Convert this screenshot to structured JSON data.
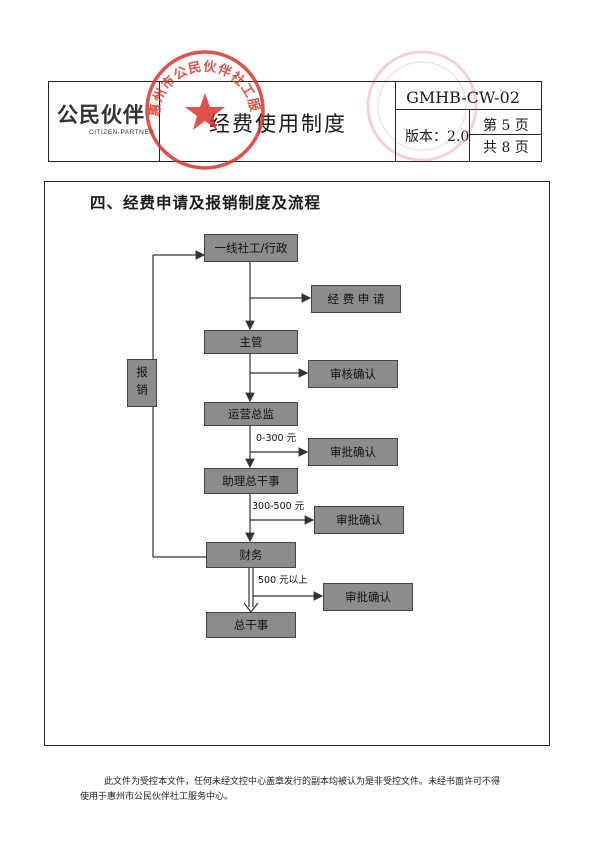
{
  "header": {
    "logo_text": "公民伙伴",
    "logo_sub": "CITIZEN-PARTNER",
    "title": "经费使用制度",
    "doc_code": "GMHB-CW-02",
    "version": "版本：2.0",
    "page_no": "第 5 页",
    "page_total": "共 8 页"
  },
  "stamp": {
    "text": "惠州市公民伙伴社工服务中心",
    "color": "#d9342b"
  },
  "section_title": "四、经费申请及报销制度及流程",
  "flow": {
    "start": "一线社工/行政",
    "apply": "经 费 申 请",
    "supervisor": "主管",
    "review": "审核确认",
    "ops_director": "运营总监",
    "range1": "0-300 元",
    "approve1": "审批确认",
    "asst_director": "助理总干事",
    "range2": "300-500 元",
    "approve2": "审批确认",
    "finance": "财务",
    "range3": "500 元以上",
    "approve3": "审批确认",
    "director": "总干事",
    "reimburse": "报销"
  },
  "footer": {
    "line1": "此文件为受控本文件，任何未经文控中心盖章发行的副本均被认为是非受控文件。未经书面许可不得",
    "line2": "使用于惠州市公民伙伴社工服务中心。"
  }
}
